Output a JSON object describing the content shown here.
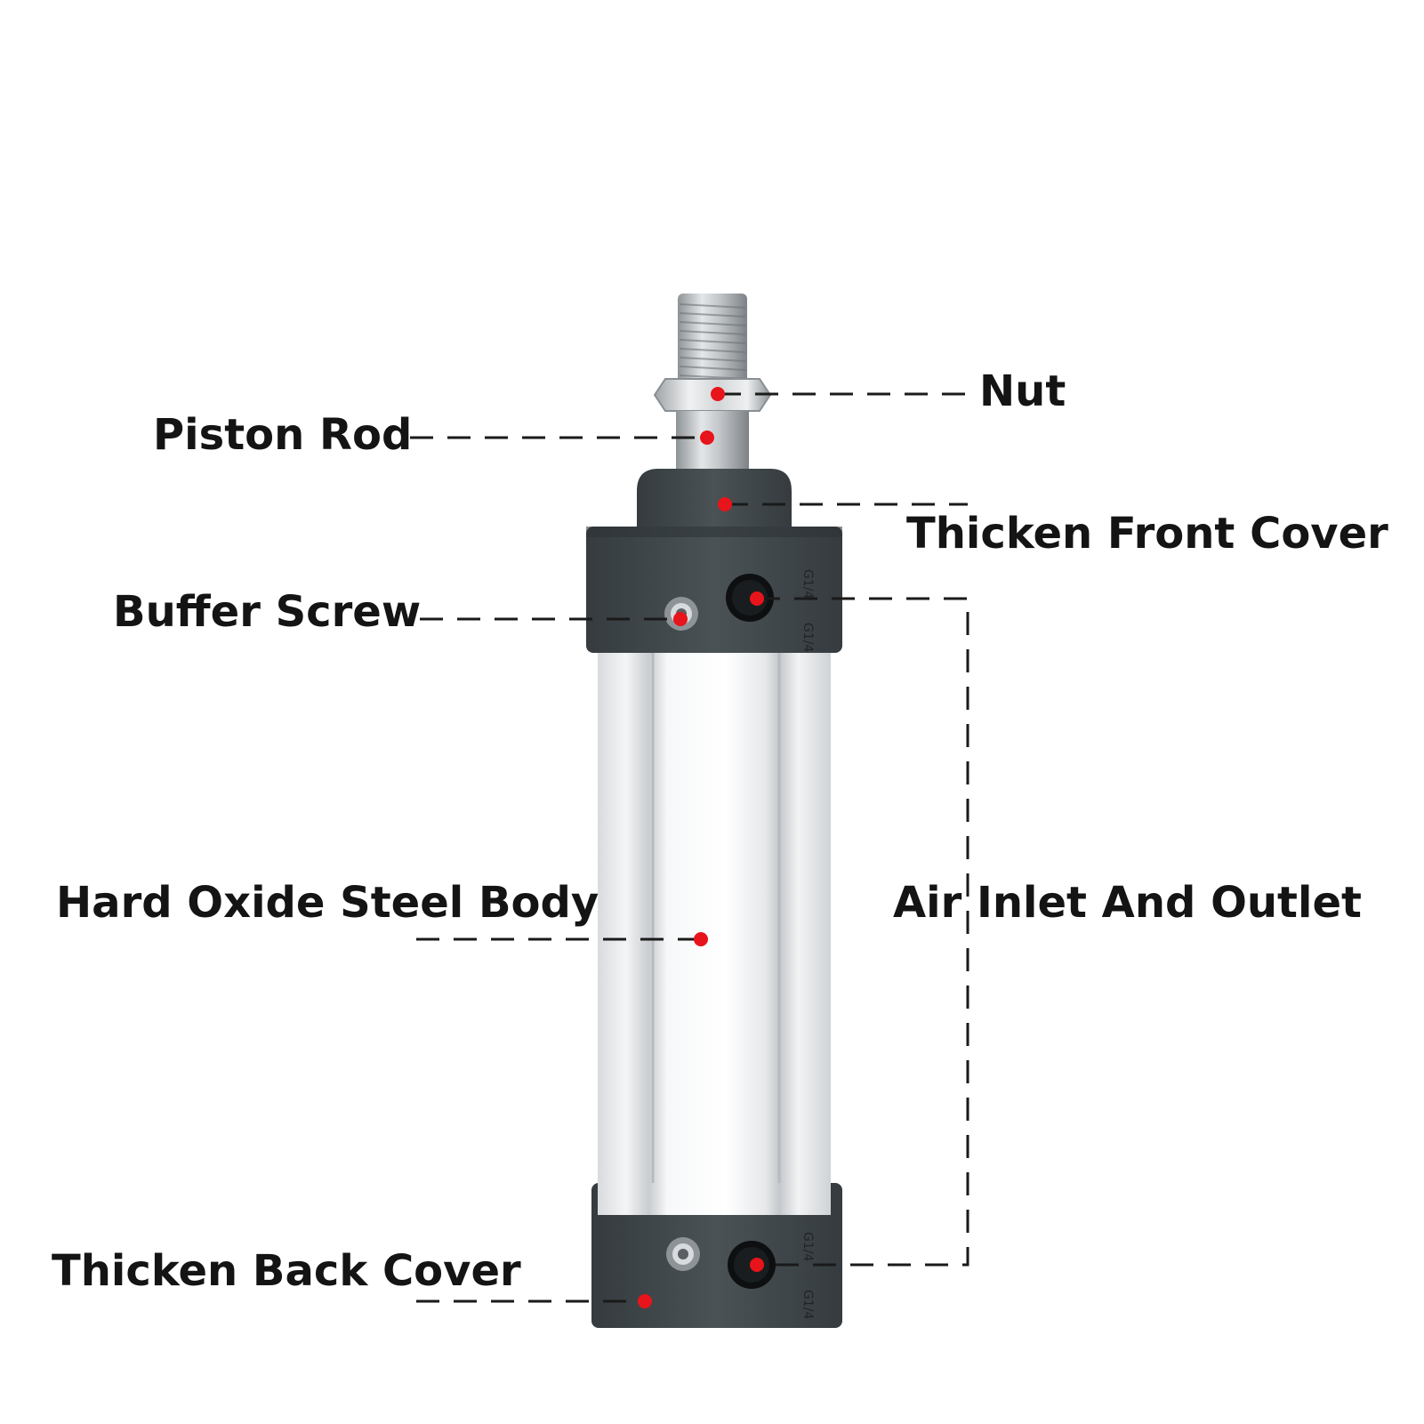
{
  "colors": {
    "background": "#ffffff",
    "text": "#141414",
    "marker": "#e8141b",
    "leader": "#1a1a1a",
    "cover": "#40474b",
    "cover_dark": "#2b3134",
    "barrel": "#eef0f2",
    "rod": "#b8bcbf"
  },
  "labels": {
    "nut": "Nut",
    "piston_rod": "Piston Rod",
    "front_cover": "Thicken Front Cover",
    "buffer_screw": "Buffer Screw",
    "body": "Hard Oxide Steel Body",
    "air": "Air Inlet And Outlet",
    "back_cover": "Thicken Back Cover"
  },
  "icons": [
    "pneumatic-cylinder-illustration",
    "callout-marker-dot"
  ]
}
